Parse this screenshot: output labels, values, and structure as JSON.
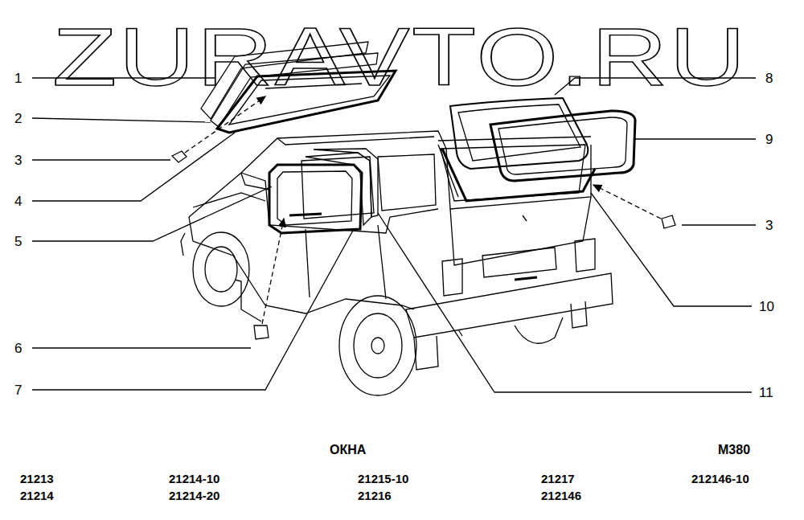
{
  "diagram": {
    "title": "ОКНА",
    "labels": [
      "ZURAVTO.RU",
      "1",
      "2",
      "3",
      "4",
      "5",
      "6",
      "7",
      "8",
      "9",
      "3",
      "10",
      "11",
      "M380",
      "21213",
      "21214",
      "21214-10",
      "21214-20",
      "21215-10",
      "21216",
      "21217",
      "212146",
      "212146-10"
    ]
  }
}
